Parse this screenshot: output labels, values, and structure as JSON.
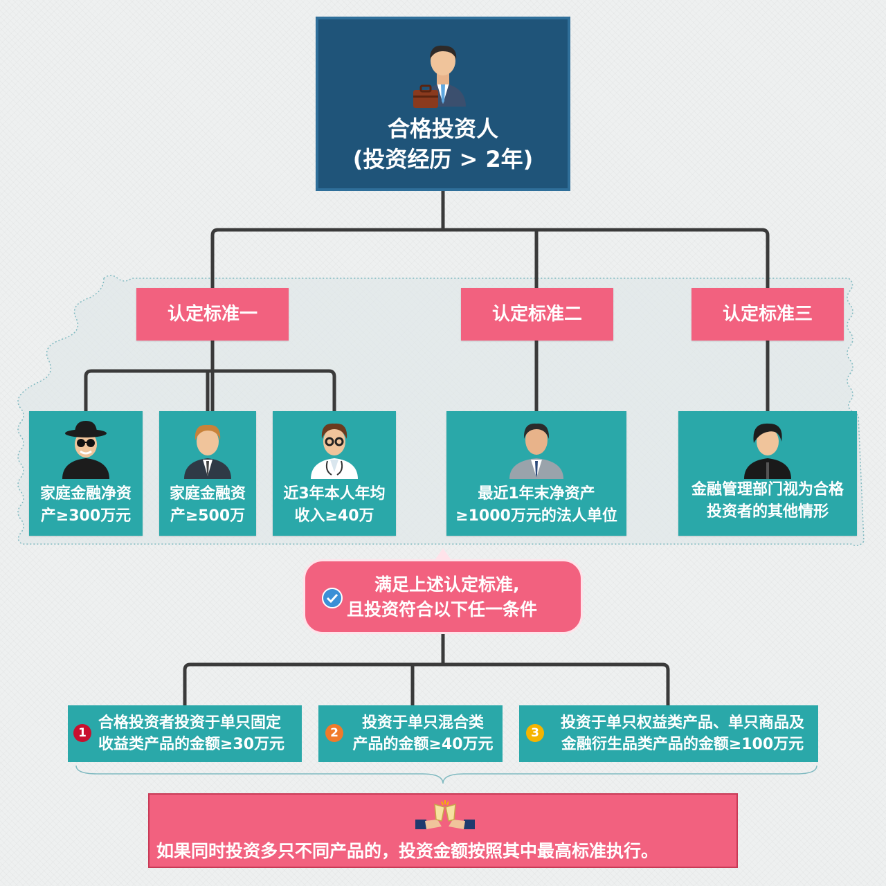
{
  "root": {
    "title": "合格投资人",
    "subtitle": "(投资经历 > 2年)"
  },
  "standards": [
    {
      "label": "认定标准一"
    },
    {
      "label": "认定标准二"
    },
    {
      "label": "认定标准三"
    }
  ],
  "criteria": [
    {
      "line1": "家庭金融净资",
      "line2": "产≥300万元"
    },
    {
      "line1": "家庭金融资",
      "line2": "产≥500万"
    },
    {
      "line1": "近3年本人年均",
      "line2": "收入≥40万"
    },
    {
      "line1": "最近1年末净资产",
      "line2": "≥1000万元的法人单位"
    },
    {
      "line1": "金融管理部门视为合格",
      "line2": "投资者的其他情形"
    }
  ],
  "callout": {
    "line1": "满足上述认定标准,",
    "line2": "且投资符合以下任一条件"
  },
  "conditions": [
    {
      "num": "1",
      "line1": "合格投资者投资于单只固定",
      "line2": "收益类产品的金额≥30万元",
      "color": "#c8102e"
    },
    {
      "num": "2",
      "line1": "投资于单只混合类",
      "line2": "产品的金额≥40万元",
      "color": "#f07a2a"
    },
    {
      "num": "3",
      "line1": "投资于单只权益类产品、单只商品及",
      "line2": "金融衍生品类产品的金额≥100万元",
      "color": "#f5b400"
    }
  ],
  "final": {
    "text": "如果同时投资多只不同产品的，投资金额按照其中最高标准执行。"
  },
  "colors": {
    "root": "#1f5479",
    "pink": "#f2617f",
    "teal": "#2aa8a9",
    "line": "#3a3a3a"
  }
}
